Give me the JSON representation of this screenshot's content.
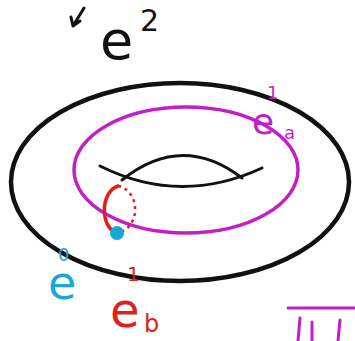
{
  "diagram": {
    "labels": [
      "e",
      "2",
      "e",
      "1",
      "a",
      "e",
      "0",
      "e",
      "1",
      "b"
    ]
  }
}
